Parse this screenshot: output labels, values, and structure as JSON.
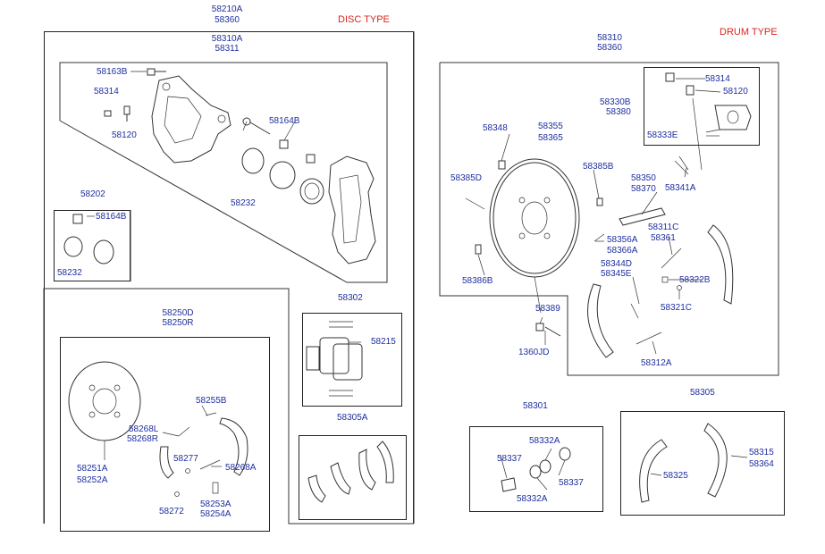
{
  "disc_type_label": "DISC TYPE",
  "drum_type_label": "DRUM TYPE",
  "disc": {
    "assy_label_1": "58210A",
    "assy_label_2": "58360",
    "caliper_label_1": "58310A",
    "caliper_label_2": "58311",
    "bolt": "58163B",
    "bleeder_cap": "58314",
    "bleeder_screw": "58120",
    "guide_pin": "58164B",
    "piston_seal": "58232",
    "kit_label": "58202",
    "kit_boot": "58164B",
    "kit_seal": "58232",
    "pad_kit_label": "58302",
    "pad": "58215",
    "shoe_kit_label": "58305A"
  },
  "parking": {
    "assy_label_1": "58250D",
    "assy_label_2": "58250R",
    "plate_1": "58251A",
    "plate_2": "58252A",
    "spring_b": "58255B",
    "lever_1": "58268L",
    "lever_2": "58268R",
    "pin": "58277",
    "spring_a": "58268A",
    "retainer": "58272",
    "adjuster_1": "58253A",
    "adjuster_2": "58254A"
  },
  "drum": {
    "assy_label_1": "58310",
    "assy_label_2": "58360",
    "cylinder_label_1": "58330B",
    "cylinder_label_2": "58380",
    "cyl_cap": "58314",
    "cyl_bleeder": "58120",
    "cyl_spring": "58333E",
    "cable_guide": "58341A",
    "bolt": "58348",
    "plate_1": "58355",
    "plate_2": "58365",
    "pin_d": "58385D",
    "pin_b": "58385B",
    "adjuster_1": "58350",
    "adjuster_2": "58370",
    "clip": "58386B",
    "strut_1": "58356A",
    "strut_2": "58366A",
    "spring_c_1": "58311C",
    "spring_c_2": "58361",
    "spring_d_1": "58344D",
    "spring_d_2": "58345E",
    "clip_b": "58322B",
    "spring_321c": "58321C",
    "spring_312a": "58312A",
    "washer": "58389",
    "bolt_jd": "1360JD",
    "repair_kit_label": "58301",
    "cup_1": "58332A",
    "cup_2": "58337",
    "cup_3": "58337",
    "cup_4": "58332A",
    "shoe_kit_label": "58305",
    "shoe": "58325",
    "shoe_2_1": "58315",
    "shoe_2_2": "58364"
  }
}
